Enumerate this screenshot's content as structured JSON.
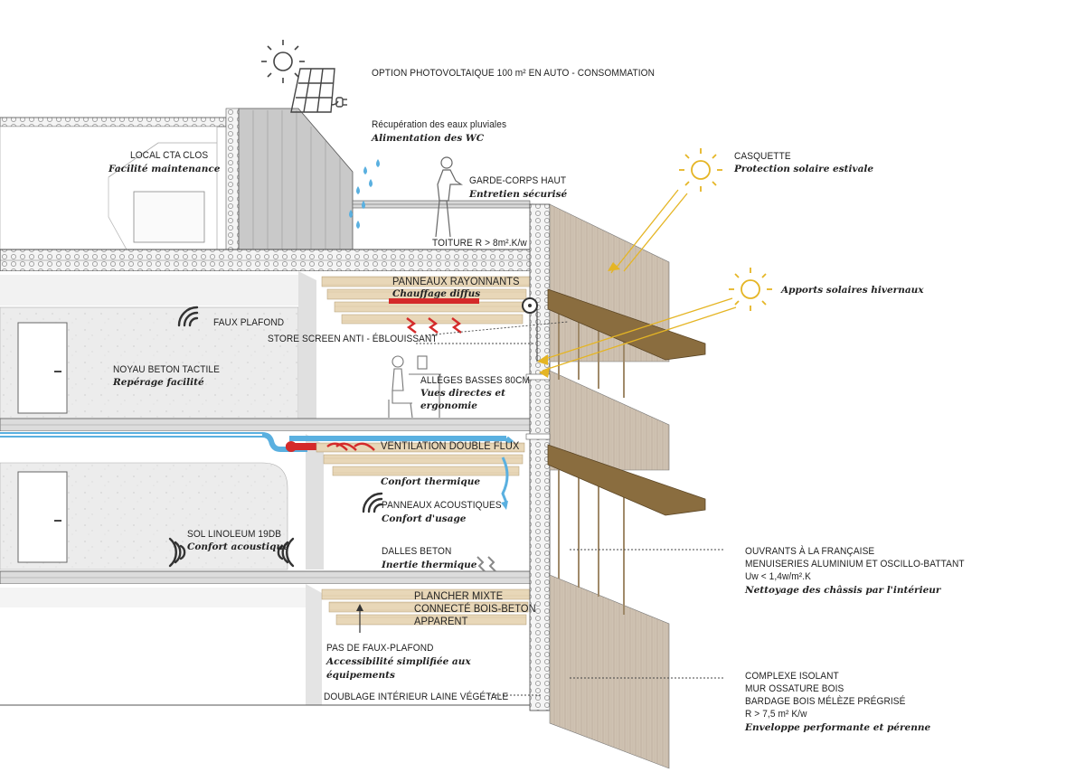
{
  "labels": {
    "pv": "OPTION PHOTOVOLTAIQUE 100 m² EN AUTO - CONSOMMATION",
    "rain": "Récupération des eaux pluviales",
    "rain_sub": "Alimentation des WC",
    "cta": "LOCAL CTA CLOS",
    "cta_sub": "Facilité maintenance",
    "garde": "GARDE-CORPS HAUT",
    "garde_sub": "Entretien sécurisé",
    "casquette": "CASQUETTE",
    "casquette_sub": "Protection solaire estivale",
    "toiture": "TOITURE  R > 8m².K/w",
    "apports_sub": "Apports solaires hivernaux",
    "panneaux_ray": "PANNEAUX RAYONNANTS",
    "panneaux_ray_sub": "Chauffage diffus",
    "faux": "FAUX PLAFOND",
    "store": "STORE SCREEN ANTI - ÉBLOUISSANT",
    "noyau": "NOYAU BETON TACTILE",
    "noyau_sub": "Repérage facilité",
    "allege": "ALLÈGES BASSES 80CM",
    "allege_sub1": "Vues directes et",
    "allege_sub2": "ergonomie",
    "ventil": "VENTILATION DOUBLE FLUX",
    "ventil_sub": "Confort thermique",
    "pan_ac": "PANNEAUX ACOUSTIQUES",
    "pan_ac_sub": "Confort d'usage",
    "sol": "SOL LINOLEUM 19DB",
    "sol_sub": "Confort acoustique",
    "dalles": "DALLES BETON",
    "dalles_sub": "Inertie thermique",
    "ouv1": "OUVRANTS À LA FRANÇAISE",
    "ouv2": "MENUISERIES ALUMINIUM ET OSCILLO-BATTANT",
    "ouv3": "Uw < 1,4w/m².K",
    "ouv_sub": "Nettoyage des châssis par l'intérieur",
    "plancher1": "PLANCHER MIXTE",
    "plancher2": "CONNECTÉ BOIS-BETON",
    "plancher3": "APPARENT",
    "pas": "PAS DE FAUX-PLAFOND",
    "pas_sub1": "Accessibilité simplifiée aux",
    "pas_sub2": "équipements",
    "doublage": "DOUBLAGE INTÉRIEUR LAINE VÉGÉTALE",
    "comp1": "COMPLEXE ISOLANT",
    "comp2": "MUR OSSATURE BOIS",
    "comp3": "BARDAGE BOIS MÉLÈZE PRÉGRISÉ",
    "comp4": "R > 7,5 m² K/w",
    "comp_sub": "Enveloppe performante et pérenne"
  },
  "colors": {
    "sun": "#e5b524",
    "heat": "#d42a2a",
    "water": "#5ab0e0",
    "wood": "#e6d3b1",
    "concrete": "#eeeeee",
    "cladding": "#cdbfae"
  },
  "icons": [
    "sun-icon",
    "solar-panel-icon",
    "plug-icon",
    "rain-drops-icon",
    "person-icon",
    "person-at-desk-icon",
    "sound-waves-icon",
    "heat-arrows-icon",
    "door-icon",
    "store-roller-icon"
  ]
}
